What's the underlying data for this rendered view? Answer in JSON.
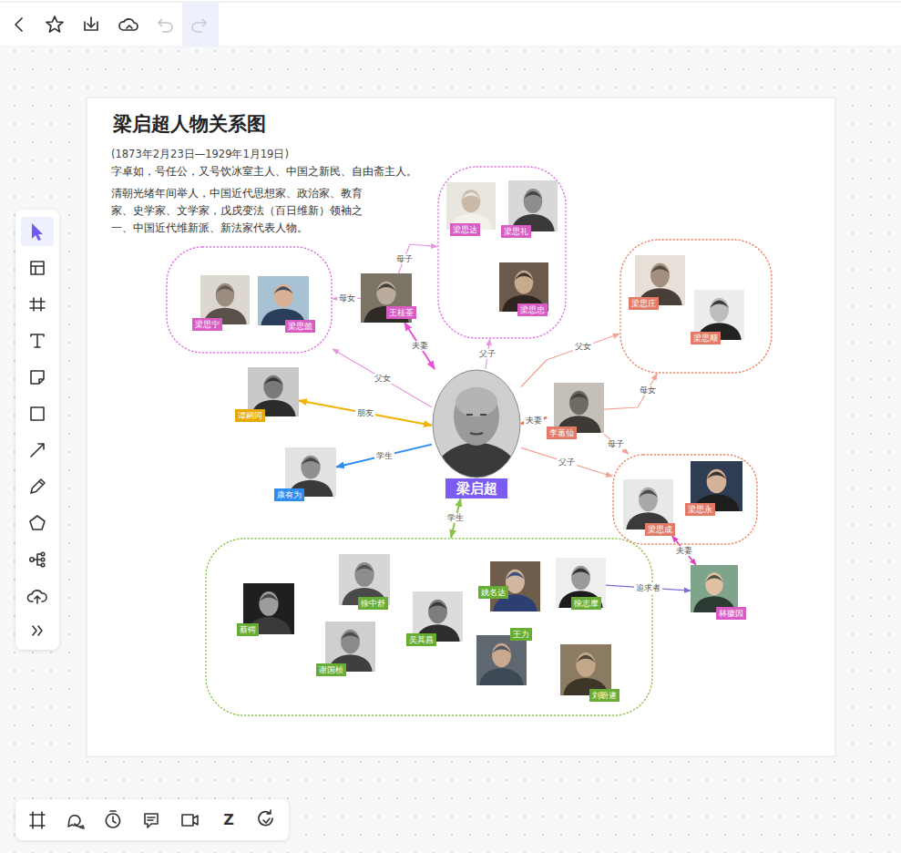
{
  "diagram": {
    "title": "梁启超人物关系图",
    "nodes": [
      {
        "text": []
      },
      {
        "text": [
          "梁思达"
        ],
        "in": 0
      },
      {
        "text": [
          "梁思礼"
        ],
        "in": 0
      },
      {
        "text": [
          "梁思忠"
        ],
        "in": 0
      },
      {
        "text": []
      },
      {
        "text": [
          "梁思宁"
        ],
        "in": 4
      },
      {
        "text": [
          "梁思懿"
        ],
        "in": 4
      },
      {
        "text": [
          "王桂荃"
        ]
      },
      {
        "text": []
      },
      {
        "text": [
          "梁思庄"
        ],
        "in": 8
      },
      {
        "text": [
          "梁思顺"
        ],
        "in": 8
      },
      {
        "text": [
          "谭嗣同"
        ]
      },
      {
        "text": [
          "梁启超"
        ]
      },
      {
        "text": [
          "李蕙仙"
        ]
      },
      {
        "text": []
      },
      {
        "text": [
          "梁思永"
        ],
        "in": 14
      },
      {
        "text": [
          "梁思成"
        ],
        "in": 14
      },
      {
        "text": [
          "康有为"
        ]
      },
      {
        "text": [
          "林徽因"
        ]
      },
      {
        "text": []
      },
      {
        "text": [
          "蔡锷"
        ],
        "in": 19
      },
      {
        "text": [
          "徐中舒"
        ],
        "in": 19
      },
      {
        "text": [
          "谢国桢"
        ],
        "in": 19
      },
      {
        "text": [
          "吴其昌"
        ],
        "in": 19
      },
      {
        "text": [
          "姚名达"
        ],
        "in": 19
      },
      {
        "text": [
          "王力"
        ],
        "in": 19
      },
      {
        "text": [
          "徐志摩"
        ],
        "in": 19
      },
      {
        "text": [
          "刘盼遂"
        ],
        "in": 19
      }
    ],
    "edges": [
      {
        "from": 7,
        "to": 0,
        "label": "母子",
        "arrow": "to"
      },
      {
        "from": 7,
        "to": 4,
        "label": "母女",
        "arrow": "to"
      },
      {
        "from": 12,
        "to": 0,
        "label": "父子",
        "arrow": "to"
      },
      {
        "from": 12,
        "to": 4,
        "label": "父女",
        "arrow": "to"
      },
      {
        "from": 7,
        "to": 12,
        "label": "夫妻",
        "arrow": "both"
      },
      {
        "from": 11,
        "to": 12,
        "label": "朋友",
        "arrow": "both"
      },
      {
        "from": 12,
        "to": 17,
        "label": "学生",
        "arrow": "to"
      },
      {
        "from": 12,
        "to": 19,
        "label": "学生",
        "arrow": "both"
      },
      {
        "from": 12,
        "to": 13,
        "label": "夫妻",
        "arrow": "both"
      },
      {
        "from": 12,
        "to": 8,
        "label": "父女",
        "arrow": "to"
      },
      {
        "from": 13,
        "to": 8,
        "label": "母女",
        "arrow": "to"
      },
      {
        "from": 13,
        "to": 14,
        "label": "母子",
        "arrow": "to"
      },
      {
        "from": 12,
        "to": 14,
        "label": "父子",
        "arrow": "to"
      },
      {
        "from": 16,
        "to": 18,
        "label": "夫妻",
        "arrow": "both"
      },
      {
        "from": 26,
        "to": 18,
        "label": "追求者",
        "arrow": "to"
      }
    ],
    "labels": [
      "(1873年2月23日—1929年1月19日)",
      "字卓如，号任公，又号饮冰室主人、中国之新民、自由斋主人。",
      "清朝光绪年间举人，中国近代思想家、政治家、教育家、史学家、文学家，戊戌变法（百日维新）领袖之一、中国近代维新派、新法家代表人物。",
      "Z"
    ]
  }
}
